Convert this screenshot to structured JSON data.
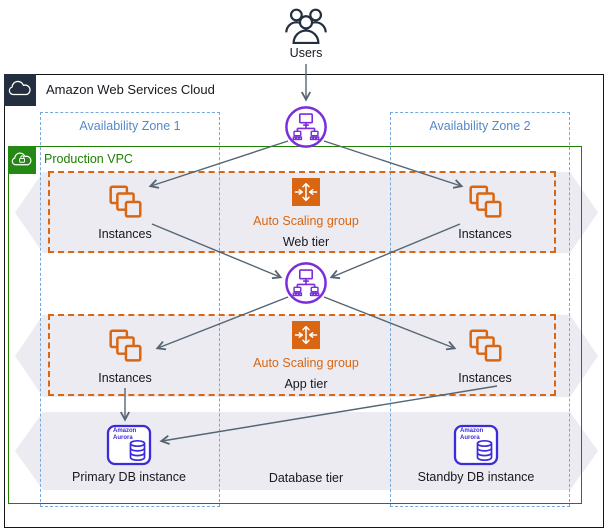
{
  "diagram": {
    "users": {
      "label": "Users"
    },
    "aws_cloud": {
      "label": "Amazon Web Services Cloud"
    },
    "availability_zone_1": {
      "label": "Availability Zone 1"
    },
    "availability_zone_2": {
      "label": "Availability Zone 2"
    },
    "vpc": {
      "label": "Production VPC"
    },
    "web_tier": {
      "asg_label": "Auto Scaling group",
      "tier_label": "Web tier",
      "instances_left": {
        "label": "Instances"
      },
      "instances_right": {
        "label": "Instances"
      }
    },
    "app_tier": {
      "asg_label": "Auto Scaling group",
      "tier_label": "App tier",
      "instances_left": {
        "label": "Instances"
      },
      "instances_right": {
        "label": "Instances"
      }
    },
    "database_tier": {
      "tier_label": "Database tier",
      "primary": {
        "label": "Primary DB instance"
      },
      "standby": {
        "label": "Standby DB instance"
      },
      "aurora_brand": {
        "line1": "Amazon",
        "line2": "Aurora"
      }
    },
    "colors": {
      "aws_dark": "#232F3E",
      "az_blue": "#5589C8",
      "vpc_green": "#1D8102",
      "asg_orange": "#D86613",
      "elb_purple": "#7B2CDB",
      "aurora_indigo": "#3B2BDB",
      "tier_band_gray": "#EBEBF1",
      "arrow_slate": "#566573"
    }
  }
}
